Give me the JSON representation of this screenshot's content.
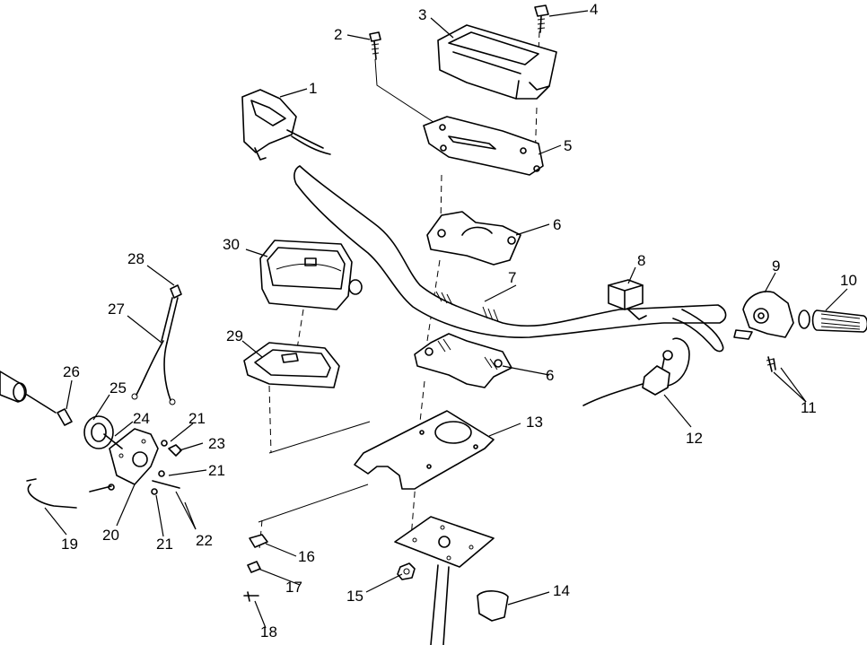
{
  "callouts": {
    "c1": "1",
    "c2": "2",
    "c3": "3",
    "c4": "4",
    "c5": "5",
    "c6a": "6",
    "c6b": "6",
    "c7": "7",
    "c8": "8",
    "c9": "9",
    "c10": "10",
    "c11": "11",
    "c12": "12",
    "c13": "13",
    "c14": "14",
    "c15": "15",
    "c16": "16",
    "c17": "17",
    "c18": "18",
    "c19": "19",
    "c20": "20",
    "c21a": "21",
    "c21b": "21",
    "c21c": "21",
    "c22": "22",
    "c23": "23",
    "c24": "24",
    "c25": "25",
    "c26": "26",
    "c27": "27",
    "c28": "28",
    "c29": "29",
    "c30": "30"
  }
}
